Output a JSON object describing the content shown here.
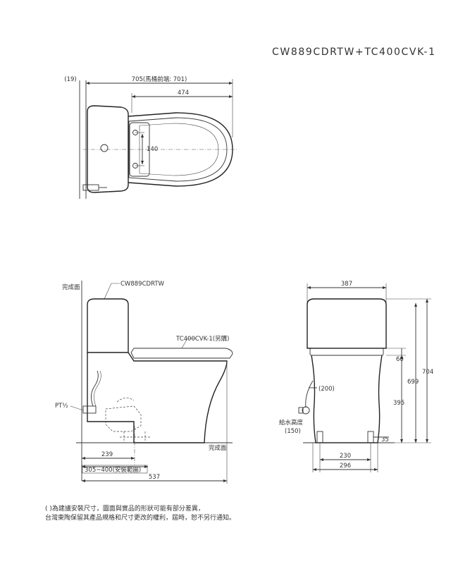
{
  "model_title": "CW889CDRTW+TC400CVK-1",
  "top_view": {
    "dim_left": "(19)",
    "dim_overall": "705(馬桶前端: 701)",
    "dim_seat": "474",
    "dim_bolt": "140"
  },
  "side_view": {
    "floor_label": "完成面",
    "wall_label": "完成面",
    "model_label": "CW889CDRTW",
    "seat_label": "TC400CVK-1(另購)",
    "pt_label": "PT½",
    "dim_239": "239",
    "dim_range": "305~400(安裝範圍)",
    "dim_537": "537"
  },
  "front_view": {
    "dim_width": "387",
    "dim_60": "60",
    "dim_704": "704",
    "dim_699": "699",
    "dim_200": "(200)",
    "dim_395": "395",
    "supply_label": "給水高度",
    "dim_150": "(150)",
    "dim_35": "35",
    "dim_230": "230",
    "dim_296": "296"
  },
  "notes": {
    "line1": "( )為建議安裝尺寸，圖面與實品的形狀可能有部分差異，",
    "line2": "台灣東陶保留其產品規格和尺寸更改的權利，屆時，恕不另行通知。"
  }
}
